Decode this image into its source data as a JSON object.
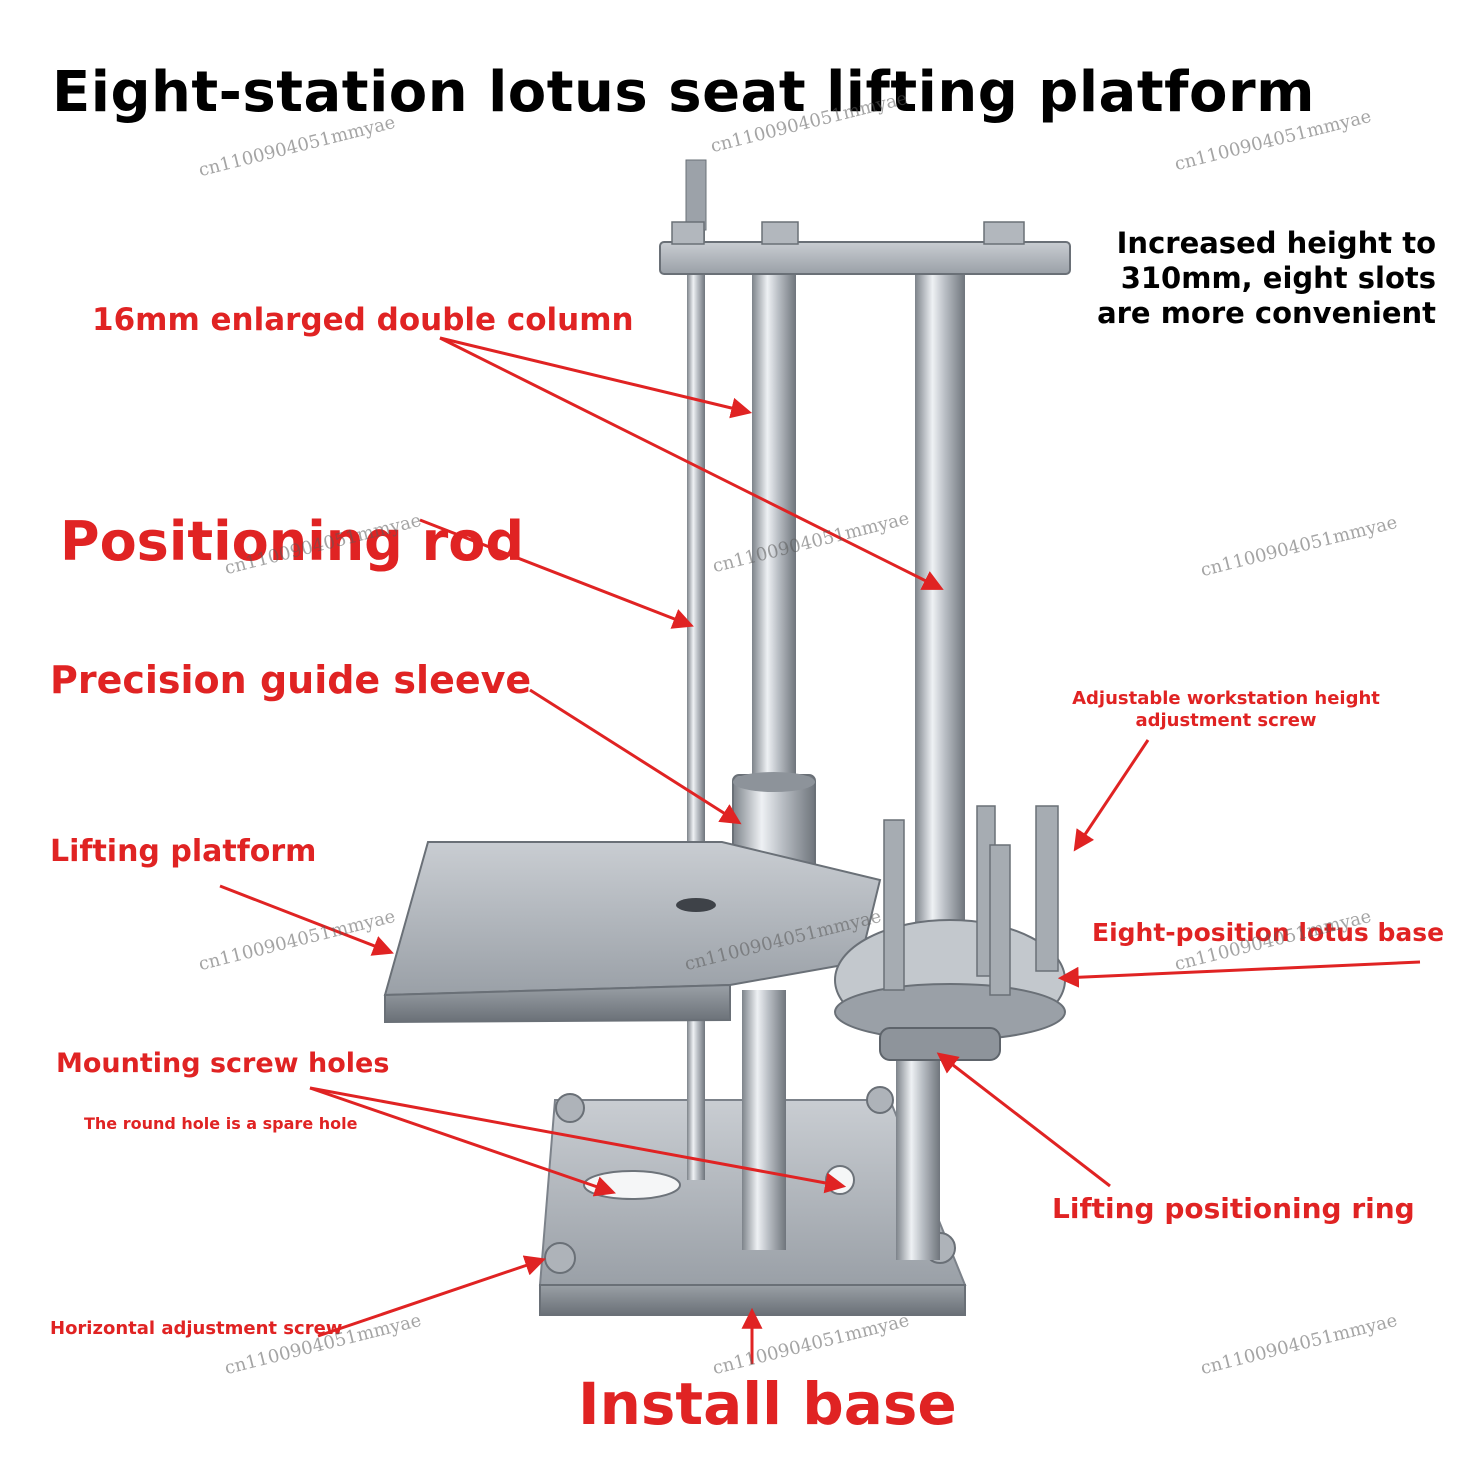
{
  "title": "Eight-station lotus seat lifting platform",
  "note": "Increased height to 310mm, eight slots are more convenient",
  "labels": {
    "double_column": "16mm enlarged double column",
    "positioning_rod": "Positioning rod",
    "guide_sleeve": "Precision guide sleeve",
    "adjust_screw": "Adjustable workstation height adjustment screw",
    "lifting_platform": "Lifting platform",
    "lotus_base": "Eight-position lotus base",
    "mounting_holes": "Mounting screw holes",
    "spare_hole": "The round hole is a spare hole",
    "positioning_ring": "Lifting positioning ring",
    "horizontal_screw": "Horizontal adjustment screw",
    "install_base": "Install base"
  },
  "watermark": "cn1100904051mmyae",
  "colors": {
    "label": "#e02323",
    "title": "#000000",
    "steel": "#b7bcc2",
    "steel_dark": "#7b8087",
    "arrow": "#e02323"
  }
}
